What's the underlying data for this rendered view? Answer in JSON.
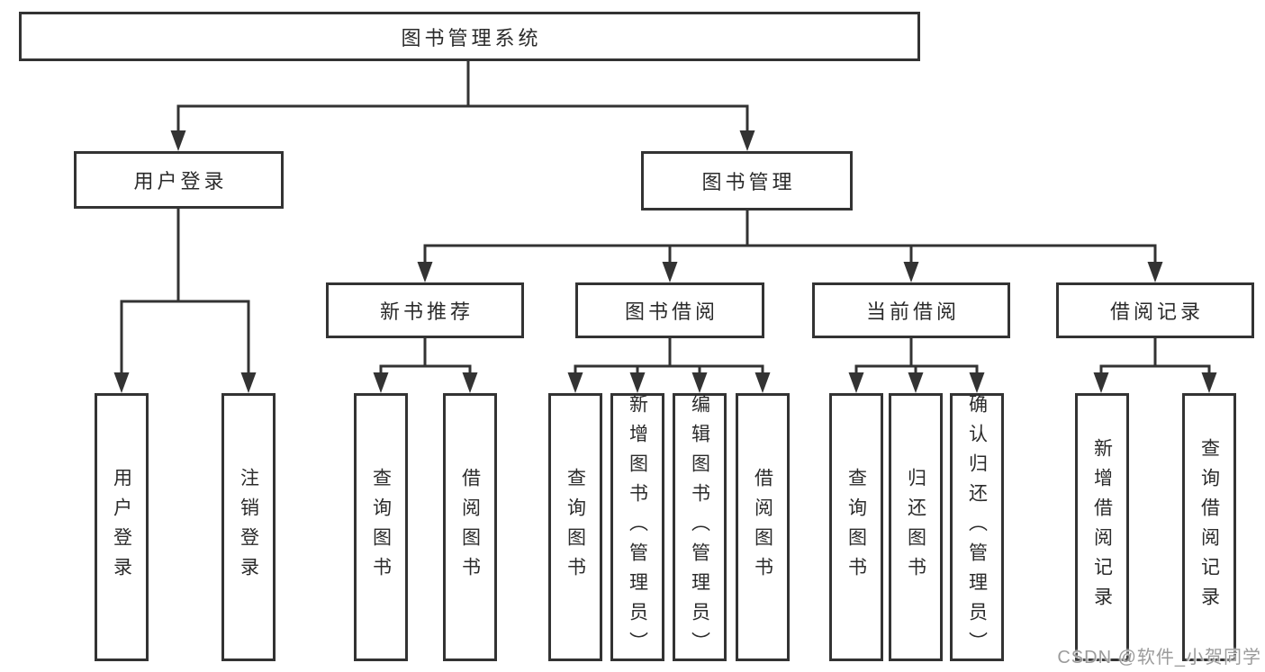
{
  "diagram_title": "图书管理系统",
  "nodes": {
    "root": {
      "label": "图书管理系统"
    },
    "user_login": {
      "label": "用户登录"
    },
    "book_mgmt": {
      "label": "图书管理"
    },
    "new_book_rec": {
      "label": "新书推荐"
    },
    "book_borrow": {
      "label": "图书借阅"
    },
    "current_borrow": {
      "label": "当前借阅"
    },
    "borrow_record": {
      "label": "借阅记录"
    },
    "leaf_user_login": {
      "label": "用户登录"
    },
    "leaf_logout": {
      "label": "注销登录"
    },
    "leaf_query_book_1": {
      "label": "查询图书"
    },
    "leaf_borrow_book_1": {
      "label": "借阅图书"
    },
    "leaf_query_book_2": {
      "label": "查询图书"
    },
    "leaf_add_book": {
      "label": "新增图书（管理员）"
    },
    "leaf_edit_book": {
      "label": "编辑图书（管理员）"
    },
    "leaf_borrow_book_2": {
      "label": "借阅图书"
    },
    "leaf_query_book_3": {
      "label": "查询图书"
    },
    "leaf_return_book": {
      "label": "归还图书"
    },
    "leaf_confirm_return": {
      "label": "确认归还（管理员）"
    },
    "leaf_add_record": {
      "label": "新增借阅记录"
    },
    "leaf_query_record": {
      "label": "查询借阅记录"
    }
  },
  "hierarchy": {
    "图书管理系统": {
      "用户登录": [
        "用户登录",
        "注销登录"
      ],
      "图书管理": {
        "新书推荐": [
          "查询图书",
          "借阅图书"
        ],
        "图书借阅": [
          "查询图书",
          "新增图书（管理员）",
          "编辑图书（管理员）",
          "借阅图书"
        ],
        "当前借阅": [
          "查询图书",
          "归还图书",
          "确认归还（管理员）"
        ],
        "借阅记录": [
          "新增借阅记录",
          "查询借阅记录"
        ]
      }
    }
  },
  "watermark": {
    "text": "CSDN @软件_小贺同学"
  },
  "colors": {
    "line": "#333333",
    "box_border": "#333333",
    "box_fill": "#ffffff",
    "text": "#2b2b2b",
    "watermark": "#9b9b9b",
    "background": "#ffffff"
  }
}
